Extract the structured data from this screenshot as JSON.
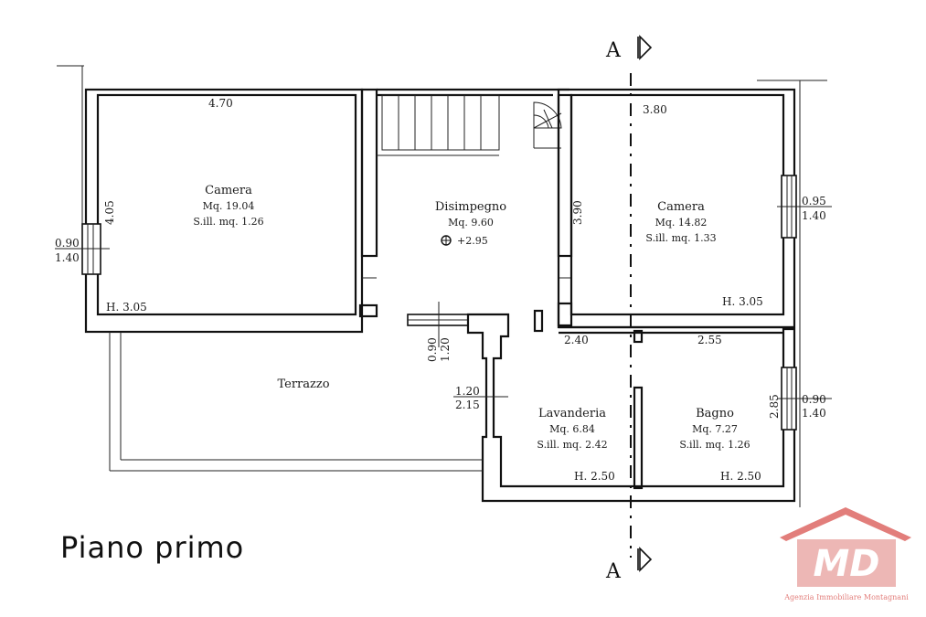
{
  "title": "Piano primo",
  "section_marker": "A",
  "rooms": [
    {
      "name": "Camera",
      "area": "Mq. 19.04",
      "window": "S.ill. mq. 1.26",
      "height": "H. 3.05"
    },
    {
      "name": "Disimpegno",
      "area": "Mq. 9.60",
      "level": "+2.95"
    },
    {
      "name": "Camera",
      "area": "Mq. 14.82",
      "window": "S.ill. mq. 1.33",
      "height": "H. 3.05"
    },
    {
      "name": "Terrazzo"
    },
    {
      "name": "Lavanderia",
      "area": "Mq. 6.84",
      "window": "S.ill. mq. 2.42",
      "height": "H. 2.50"
    },
    {
      "name": "Bagno",
      "area": "Mq. 7.27",
      "window": "S.ill. mq. 1.26",
      "height": "H. 2.50"
    }
  ],
  "dimensions": {
    "camera1_width": "4.70",
    "camera1_depth": "4.05",
    "camera2_width": "3.80",
    "disimpegno_depth": "3.90",
    "lavanderia_width": "2.40",
    "bagno_width": "2.55",
    "bagno_depth": "2.85",
    "win_left_top": "0.90",
    "win_left_bottom": "1.40",
    "win_right1_top": "0.95",
    "win_right1_bottom": "1.40",
    "win_right2_top": "0.90",
    "win_right2_bottom": "1.40",
    "win_terrace_a": "0.90",
    "win_terrace_b": "1.20",
    "win_lav_top": "1.20",
    "win_lav_bottom": "2.15"
  },
  "logo": {
    "letters": "MD",
    "agency": "Agenzia Immobiliare Montagnani",
    "color": "#d9534f"
  }
}
